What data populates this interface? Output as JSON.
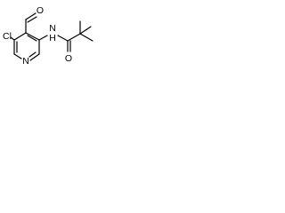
{
  "molecule": {
    "atoms": {
      "oxygen_aldehyde": "O",
      "oxygen_amide": "O",
      "nitrogen_amide": "N",
      "hydrogen_amide": "H",
      "nitrogen_ring": "N",
      "chlorine": "Cl"
    }
  }
}
